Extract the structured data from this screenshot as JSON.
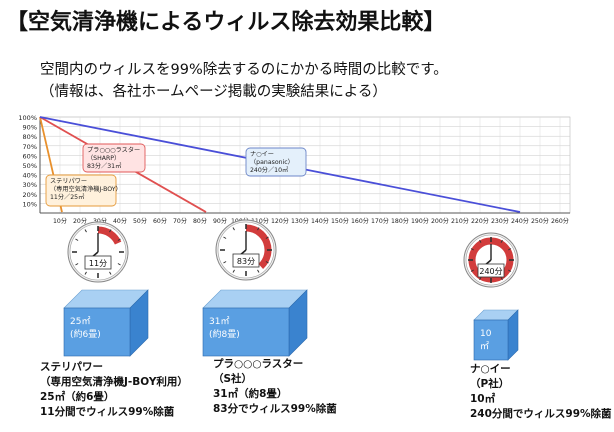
{
  "title": "【空気清浄機によるウィルス除去効果比較】",
  "subtitle_line1": "空間内のウィルスを99%除去するのにかかる時間の比較です。",
  "subtitle_line2": "（情報は、各社ホームページ掲載の実験結果による）",
  "chart_data": {
    "type": "line",
    "x_ticks": [
      "10分",
      "20分",
      "30分",
      "40分",
      "50分",
      "60分",
      "70分",
      "80分",
      "90分",
      "100分",
      "110分",
      "120分",
      "130分",
      "140分",
      "150分",
      "160分",
      "170分",
      "180分",
      "190分",
      "200分",
      "210分",
      "220分",
      "230分",
      "240分",
      "250分",
      "260分"
    ],
    "y_ticks": [
      "100%",
      "90%",
      "80%",
      "70%",
      "60%",
      "50%",
      "40%",
      "30%",
      "20%",
      "10%"
    ],
    "xlim": [
      0,
      265
    ],
    "ylim": [
      0,
      100
    ],
    "series": [
      {
        "name": "ステリパワー（専用空気清浄機J-BOY）11分／25㎡",
        "color": "#e8902c",
        "x": [
          0,
          11
        ],
        "y": [
          100,
          1
        ]
      },
      {
        "name": "プラ○○○ラスター（SHARP）83分／31㎡",
        "color": "#e05050",
        "x": [
          0,
          83
        ],
        "y": [
          100,
          1
        ]
      },
      {
        "name": "ナ○イー（panasonic）240分／10㎡",
        "color": "#4a4fd8",
        "x": [
          0,
          240
        ],
        "y": [
          100,
          1
        ]
      }
    ],
    "callouts": [
      {
        "l1": "ステリパワー",
        "l2": "（専用空気清浄機J-BOY）",
        "l3": "11分／25㎡"
      },
      {
        "l1": "プラ○○○ラスター",
        "l2": "（SHARP）",
        "l3": "83分／31㎡"
      },
      {
        "l1": "ナ○イー",
        "l2": "（panasonic）",
        "l3": "240分／10㎡"
      }
    ]
  },
  "clocks": [
    {
      "label": "11分",
      "fraction": 0.1833,
      "accent": "#d23c3c"
    },
    {
      "label": "83分",
      "fraction": 0.3833,
      "accent": "#d23c3c"
    },
    {
      "label": "240分",
      "fraction": 1.0,
      "accent": "#d23c3c"
    }
  ],
  "boxes": [
    {
      "line1": "25㎡",
      "line2": "(約6畳)"
    },
    {
      "line1": "31㎡",
      "line2": "(約8畳)"
    },
    {
      "line1": "10",
      "line2": "㎡"
    }
  ],
  "products": [
    {
      "name": "ステリパワー",
      "maker": "（専用空気清浄機J-BOY利用）",
      "size": "25㎡（約6畳）",
      "result": "11分間でウィルス99%除菌"
    },
    {
      "name": "プラ○○○ラスター",
      "maker": "（S社）",
      "size": "31㎡（約8畳）",
      "result": "83分でウィルス99%除菌"
    },
    {
      "name": "ナ○イー",
      "maker": "（P社）",
      "size": "10㎡",
      "result": "240分間でウィルス99%除菌"
    }
  ]
}
